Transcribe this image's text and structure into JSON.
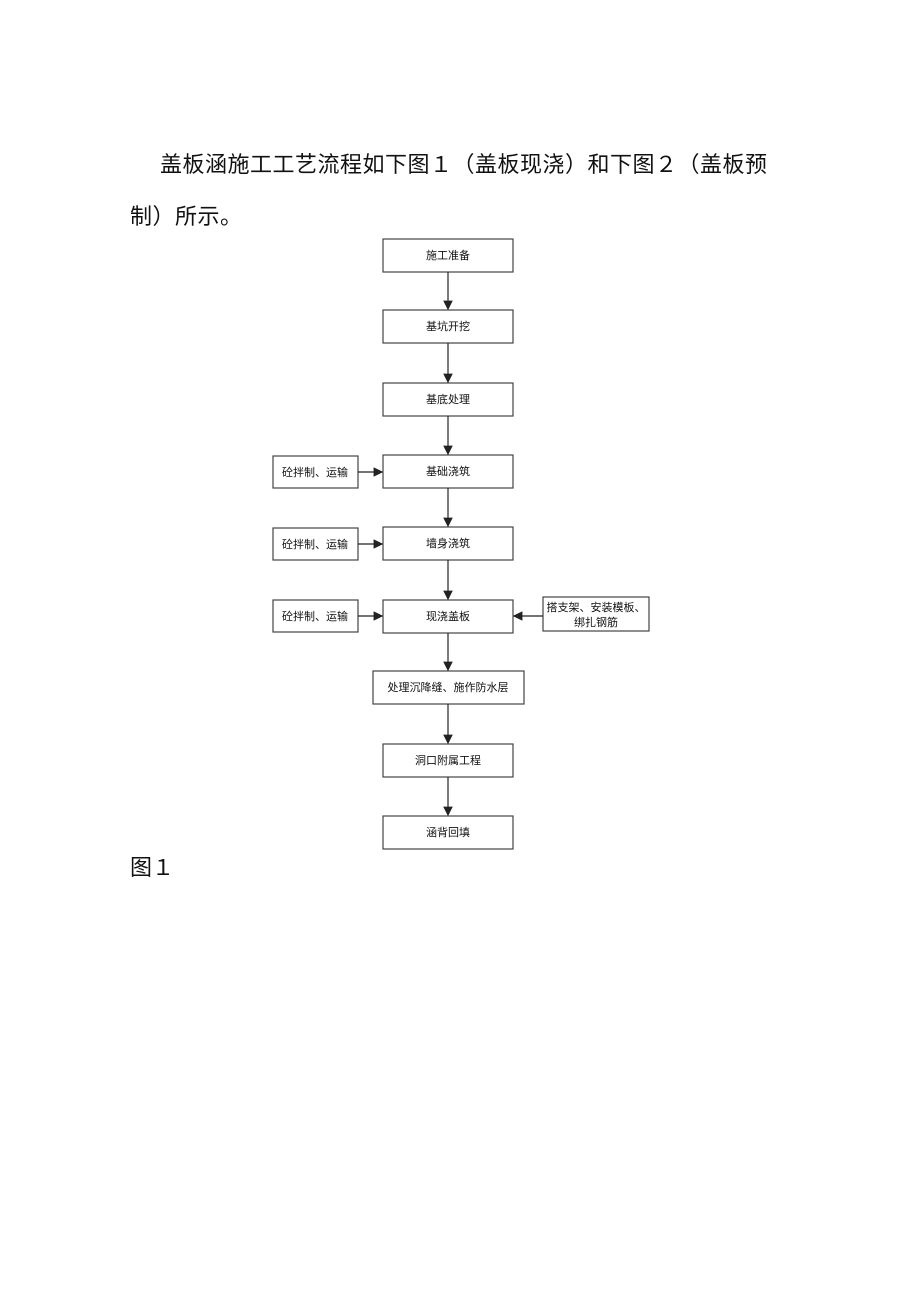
{
  "intro": {
    "text": "盖板涵施工工艺流程如下图１（盖板现浇）和下图２（盖板预制）所示。"
  },
  "figure": {
    "caption": "图１",
    "main_steps": [
      "施工准备",
      "基坑开挖",
      "基底处理",
      "基础浇筑",
      "墙身浇筑",
      "现浇盖板",
      "处理沉降缝、施作防水层",
      "洞口附属工程",
      "涵背回填"
    ],
    "side_inputs": [
      {
        "label": "砼拌制、运输",
        "target": "基础浇筑"
      },
      {
        "label": "砼拌制、运输",
        "target": "墙身浇筑"
      },
      {
        "label": "砼拌制、运输",
        "target": "现浇盖板"
      }
    ],
    "right_input": {
      "line1": "搭支架、安装模板、",
      "line2": "绑扎钢筋",
      "target": "现浇盖板"
    }
  }
}
